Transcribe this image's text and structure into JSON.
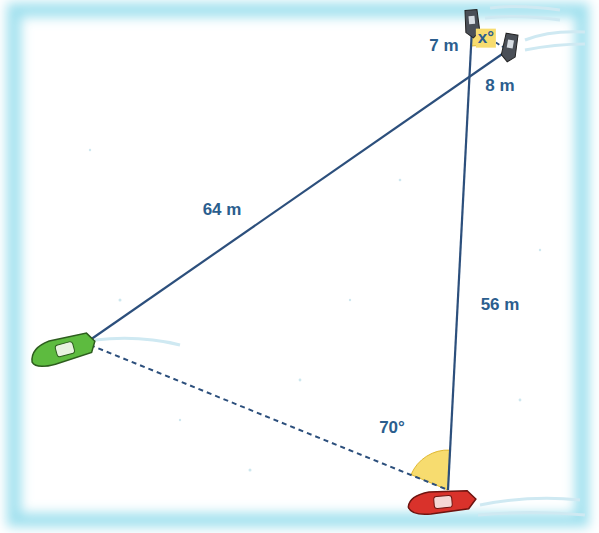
{
  "diagram": {
    "labels": [
      "7 m",
      "x°",
      "8 m",
      "64 m",
      "56 m",
      "70°"
    ]
  }
}
